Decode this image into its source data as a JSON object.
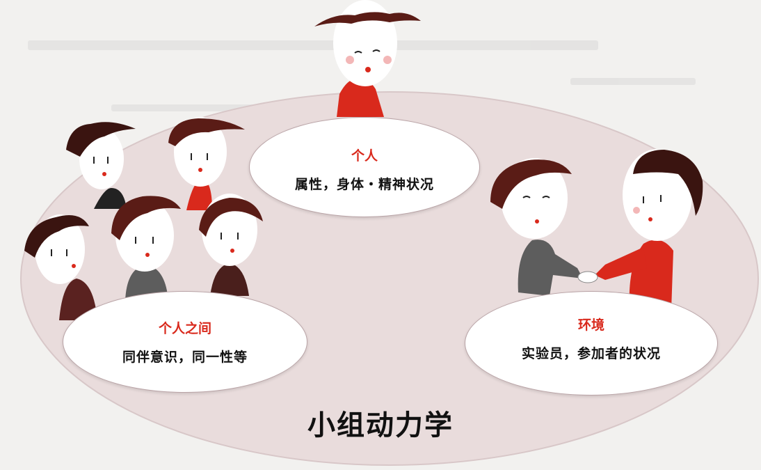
{
  "diagram": {
    "main_label": "小组动力学",
    "individual": {
      "title": "个人",
      "description": "属性，身体・精神状况"
    },
    "interpersonal": {
      "title": "个人之间",
      "description": "同伴意识，同一性等"
    },
    "environment": {
      "title": "环境",
      "description": "实验员，参加者的状况"
    }
  },
  "colors": {
    "accent": "#d9291c",
    "ellipse_fill": "#e9dcdc",
    "hair": "#5a1c16",
    "shirt_gray": "#5d5d5d",
    "shirt_dark": "#4a1f1c"
  }
}
